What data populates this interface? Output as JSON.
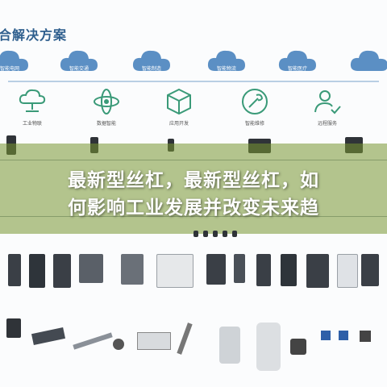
{
  "header": {
    "title": "合解决方案"
  },
  "clouds": [
    {
      "label": "智能电网"
    },
    {
      "label": "智能交通"
    },
    {
      "label": "智能制造"
    },
    {
      "label": "智能物流"
    },
    {
      "label": "智能医疗"
    }
  ],
  "solutions": [
    {
      "label": "工业物联"
    },
    {
      "label": "数据智能"
    },
    {
      "label": "应用开发"
    },
    {
      "label": "智能维修"
    },
    {
      "label": "远程服务"
    }
  ],
  "banner": {
    "line1": "最新型丝杠，最新型丝杠，如",
    "line2": "何影响工业发展并改变未来趋"
  },
  "colors": {
    "cloud": "#5b8fc4",
    "icon_stroke": "#3a9a78",
    "banner": "#7a9a3a"
  }
}
